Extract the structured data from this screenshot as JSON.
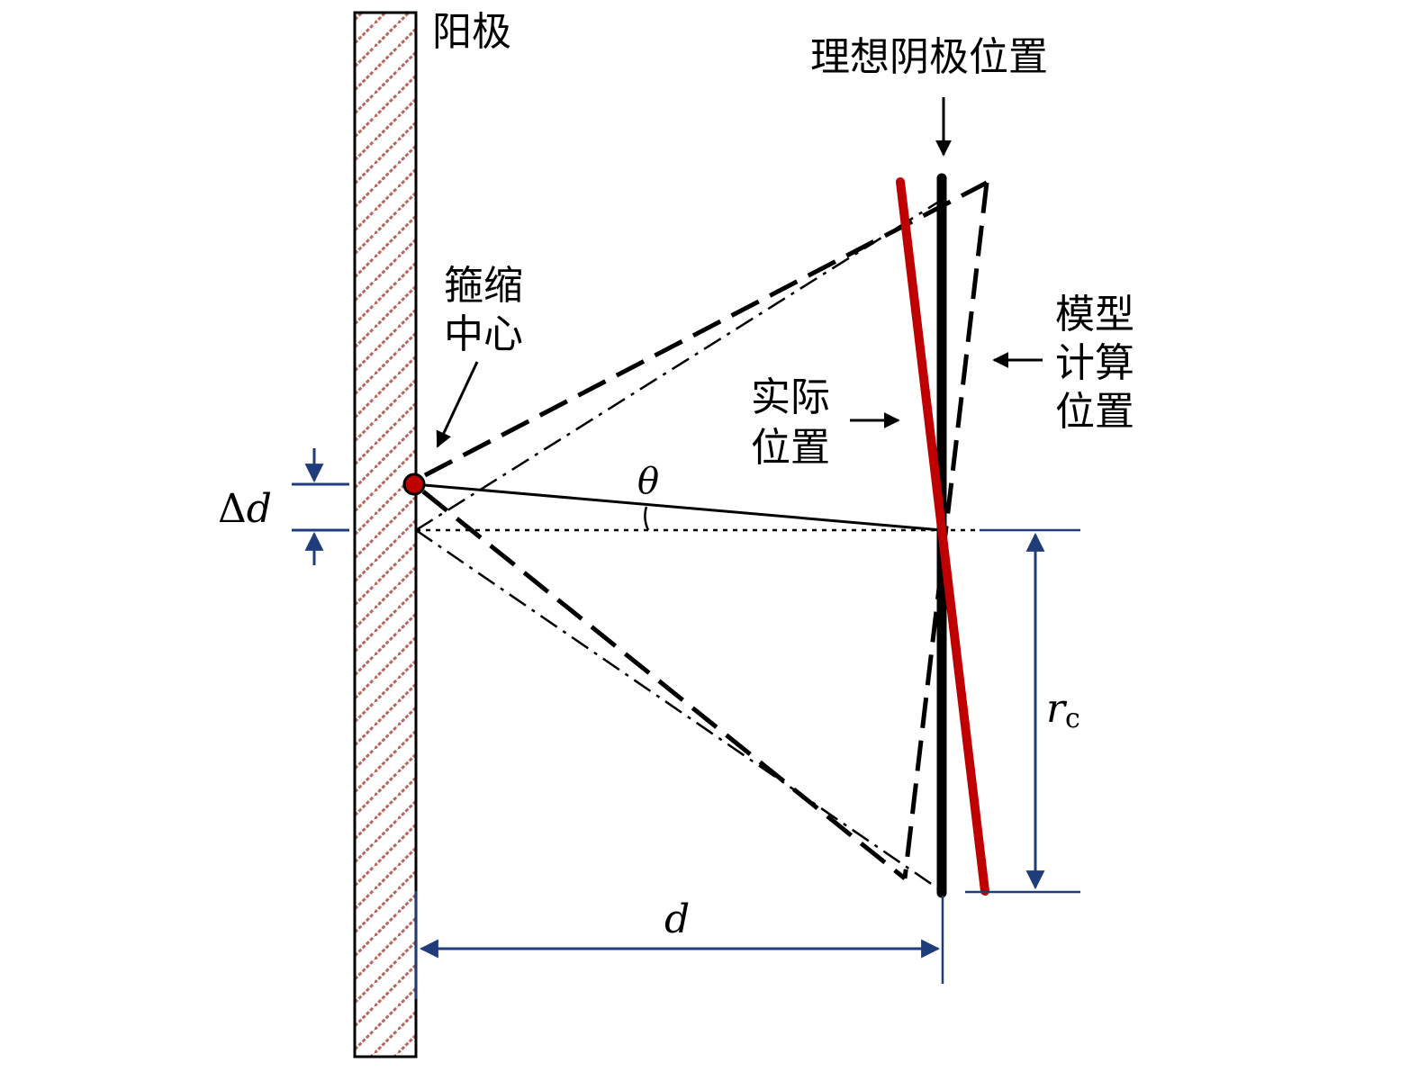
{
  "labels": {
    "anode": "阳极",
    "ideal_cathode_position": "理想阴极位置",
    "pinch_center_line1": "箍缩",
    "pinch_center_line2": "中心",
    "model_calc_line1": "模型",
    "model_calc_line2": "计算",
    "model_calc_line3": "位置",
    "actual_line1": "实际",
    "actual_line2": "位置",
    "theta": "θ",
    "delta_d_symbol": "Δ",
    "delta_d_var": "d",
    "d": "d",
    "rc_var": "r",
    "rc_sub": "c"
  },
  "colors": {
    "red_line": "#c00000",
    "black_line": "#000000",
    "dimension_blue": "#1f3d7a",
    "hatch": "#b8675f"
  }
}
